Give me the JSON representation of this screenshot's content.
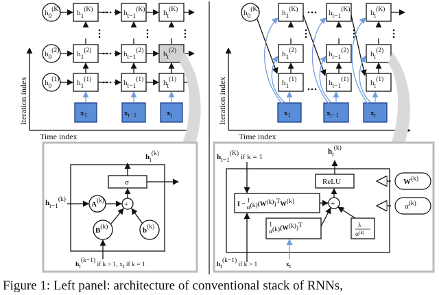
{
  "left": {
    "hidden": {
      "r3c0": "h",
      "r3c0sup": "(K)",
      "r3c0sub": "0",
      "r3c1": "h",
      "r3c1sup": "(K)",
      "r3c1sub": "1",
      "r3c2": "h",
      "r3c2sup": "(K)",
      "r3c2sub": "t−1",
      "r3c3": "h",
      "r3c3sup": "(K)",
      "r3c3sub": "t",
      "r2c0": "h",
      "r2c0sup": "(2)",
      "r2c0sub": "0",
      "r2c1": "h",
      "r2c1sup": "(2)",
      "r2c1sub": "1",
      "r2c2": "h",
      "r2c2sup": "(2)",
      "r2c2sub": "t−1",
      "r2c3": "h",
      "r2c3sup": "(2)",
      "r2c3sub": "t",
      "r1c0": "h",
      "r1c0sup": "(1)",
      "r1c0sub": "0",
      "r1c1": "h",
      "r1c1sup": "(1)",
      "r1c1sub": "1",
      "r1c2": "h",
      "r1c2sup": "(1)",
      "r1c2sub": "t−1",
      "r1c3": "h",
      "r1c3sup": "(1)",
      "r1c3sub": "t"
    },
    "inputs": {
      "x1": "x",
      "x1sub": "1",
      "x2": "x",
      "x2sub": "t−1",
      "x3": "x",
      "x3sub": "t"
    },
    "axis": {
      "y": "Iteration index",
      "x": "Time index"
    },
    "detail": {
      "out_h": "h",
      "out_sup": "(k)",
      "out_sub": "t",
      "in_h": "h",
      "in_sup": "(k)",
      "in_sub": "t−1",
      "sigma": "σ",
      "A": "A",
      "A_sup": "(k)",
      "plus": "+",
      "B": "B",
      "B_sup": "(k)",
      "b": "b",
      "b_sup": "(k)",
      "bottom_h": "h",
      "bottom_sup": "(k−1)",
      "bottom_sub": "t",
      "bottom_text": " if k > 1, x",
      "bottom_xsub": "t",
      "bottom_tail": " if k = 1"
    }
  },
  "right": {
    "hidden": {
      "r3c0": "h",
      "r3c0sup": "(K)",
      "r3c0sub": "0",
      "r3c1": "h",
      "r3c1sup": "(K)",
      "r3c1sub": "1",
      "r3c2": "h",
      "r3c2sup": "(K)",
      "r3c2sub": "t−1",
      "r3c3": "h",
      "r3c3sup": "(K)",
      "r3c3sub": "t",
      "r2c1": "h",
      "r2c1sup": "(2)",
      "r2c1sub": "1",
      "r2c2": "h",
      "r2c2sup": "(2)",
      "r2c2sub": "t−1",
      "r2c3": "h",
      "r2c3sup": "(2)",
      "r2c3sub": "t",
      "r1c1": "h",
      "r1c1sup": "(1)",
      "r1c1sub": "1",
      "r1c2": "h",
      "r1c2sup": "(1)",
      "r1c2sub": "t−1",
      "r1c3": "h",
      "r1c3sup": "(1)",
      "r1c3sub": "t"
    },
    "inputs": {
      "x1": "x",
      "x1sub": "1",
      "x2": "x",
      "x2sub": "t−1",
      "x3": "x",
      "x3sub": "t"
    },
    "axis": {
      "y": "Iteration index",
      "x": "Time index"
    },
    "detail": {
      "prev_h": "h",
      "prev_sup": "(K)",
      "prev_sub": "t−1",
      "prev_cond": " if k = 1",
      "out_h": "h",
      "out_sup": "(k)",
      "out_sub": "t",
      "relu": "ReLU",
      "plus": "+",
      "W": "W",
      "W_sup": "(k)",
      "alpha": "α",
      "alpha_sup": "(k)",
      "mat_I": "I − ",
      "mat_frac_num": "1",
      "mat_frac_den": "α",
      "mat_frac_den_sup": "(k)",
      "mat_rest": "(W",
      "mat_rest_sup": "(k)",
      "mat_rest_mid": ")",
      "mat_T": "T",
      "mat_W": "W",
      "mat_W_sup": "(k)",
      "lin_num": "1",
      "lin_den": "α",
      "lin_den_sup": "(k)",
      "lin_W": "(W",
      "lin_W_sup": "(k)",
      "lin_close": ")",
      "lin_T": "T",
      "lam_num": "λ",
      "lam_den": "α",
      "lam_den_sup": "(k)",
      "bottom_h": "h",
      "bottom_sup": "(k−1)",
      "bottom_sub": "t",
      "bottom_text": " if k > 1",
      "bottom_x": "x",
      "bottom_xsub": "t"
    }
  },
  "caption": {
    "label": "Figure 1:",
    "text": " Left panel: architecture of conventional stack of RNNs,"
  }
}
